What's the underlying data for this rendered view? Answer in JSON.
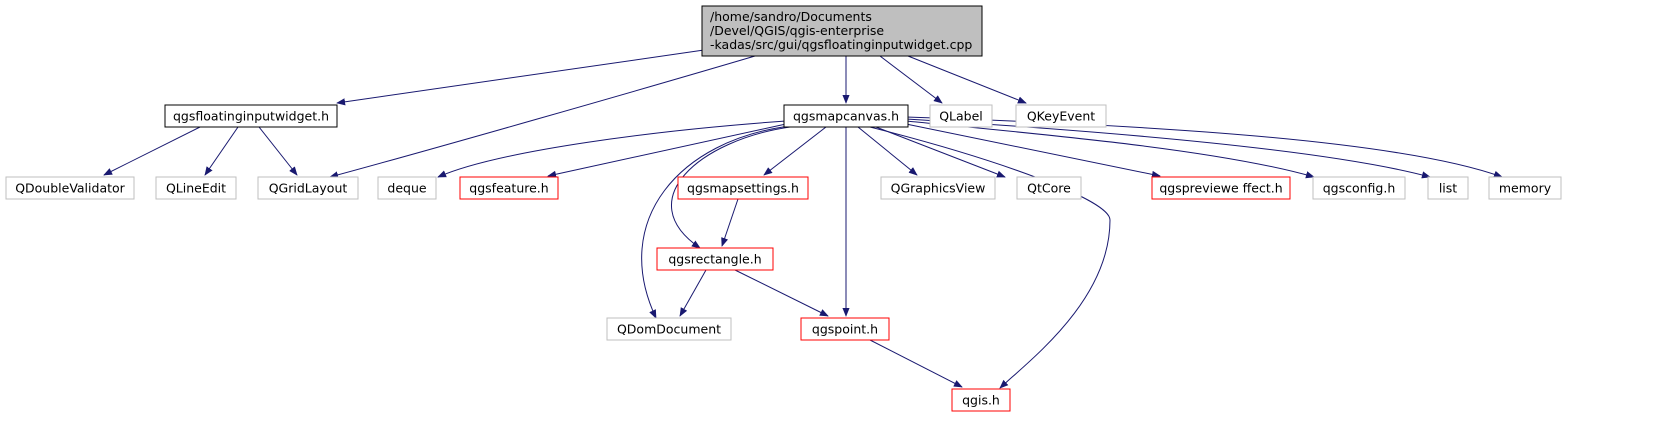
{
  "colors": {
    "edge": "#191970",
    "root_fill": "#bfbfbf",
    "root_border": "#000000",
    "plain_border": "#000000",
    "external_border": "#bfbfbf",
    "linked_border": "#ff0000"
  },
  "root": {
    "lines": [
      "/home/sandro/Documents",
      "/Devel/QGIS/qgis-enterprise",
      "-kadas/src/gui/qgsfloatinginputwidget.cpp"
    ]
  },
  "nodes": [
    {
      "label": "qgsfloatinginputwidget.h",
      "kind": "plain"
    },
    {
      "label": "QGridLayout",
      "kind": "external"
    },
    {
      "label": "qgsmapcanvas.h",
      "kind": "plain"
    },
    {
      "label": "QLabel",
      "kind": "external"
    },
    {
      "label": "QKeyEvent",
      "kind": "external"
    },
    {
      "label": "QDoubleValidator",
      "kind": "external"
    },
    {
      "label": "QLineEdit",
      "kind": "external"
    },
    {
      "label": "deque",
      "kind": "external"
    },
    {
      "label": "qgsfeature.h",
      "kind": "linked"
    },
    {
      "label": "qgsmapsettings.h",
      "kind": "linked"
    },
    {
      "label": "QGraphicsView",
      "kind": "external"
    },
    {
      "label": "QtCore",
      "kind": "external"
    },
    {
      "label": "qgspreviewe ffect.h",
      "kind": "linked"
    },
    {
      "label": "qgsconfig.h",
      "kind": "external"
    },
    {
      "label": "list",
      "kind": "external"
    },
    {
      "label": "memory",
      "kind": "external"
    },
    {
      "label": "qgsrectangle.h",
      "kind": "linked"
    },
    {
      "label": "QDomDocument",
      "kind": "external"
    },
    {
      "label": "qgspoint.h",
      "kind": "linked"
    },
    {
      "label": "qgis.h",
      "kind": "linked"
    }
  ],
  "edges": [
    {
      "from": "root",
      "to": "qgsfloatinginputwidget.h"
    },
    {
      "from": "root",
      "to": "QGridLayout"
    },
    {
      "from": "root",
      "to": "qgsmapcanvas.h"
    },
    {
      "from": "root",
      "to": "QLabel"
    },
    {
      "from": "root",
      "to": "QKeyEvent"
    },
    {
      "from": "qgsfloatinginputwidget.h",
      "to": "QDoubleValidator"
    },
    {
      "from": "qgsfloatinginputwidget.h",
      "to": "QLineEdit"
    },
    {
      "from": "qgsfloatinginputwidget.h",
      "to": "QGridLayout"
    },
    {
      "from": "qgsmapcanvas.h",
      "to": "deque"
    },
    {
      "from": "qgsmapcanvas.h",
      "to": "qgsfeature.h"
    },
    {
      "from": "qgsmapcanvas.h",
      "to": "qgsmapsettings.h"
    },
    {
      "from": "qgsmapcanvas.h",
      "to": "QGraphicsView"
    },
    {
      "from": "qgsmapcanvas.h",
      "to": "QtCore"
    },
    {
      "from": "qgsmapcanvas.h",
      "to": "qgspreviewe ffect.h"
    },
    {
      "from": "qgsmapcanvas.h",
      "to": "qgsconfig.h"
    },
    {
      "from": "qgsmapcanvas.h",
      "to": "list"
    },
    {
      "from": "qgsmapcanvas.h",
      "to": "memory"
    },
    {
      "from": "qgsmapcanvas.h",
      "to": "qgsrectangle.h"
    },
    {
      "from": "qgsmapcanvas.h",
      "to": "QDomDocument"
    },
    {
      "from": "qgsmapcanvas.h",
      "to": "qgspoint.h"
    },
    {
      "from": "qgsmapcanvas.h",
      "to": "qgis.h"
    },
    {
      "from": "qgsmapsettings.h",
      "to": "qgsrectangle.h"
    },
    {
      "from": "qgsrectangle.h",
      "to": "QDomDocument"
    },
    {
      "from": "qgsrectangle.h",
      "to": "qgspoint.h"
    },
    {
      "from": "qgspoint.h",
      "to": "qgis.h"
    }
  ]
}
